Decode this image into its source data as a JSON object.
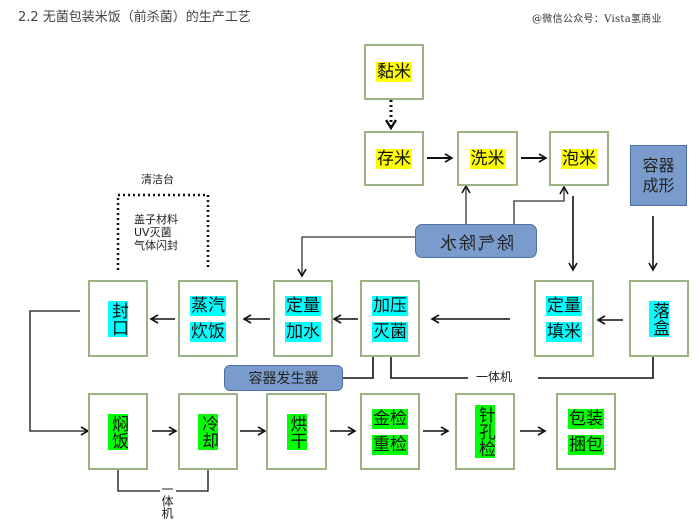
{
  "header": {
    "title": "2.2 无菌包装米饭（前杀菌）的生产工艺",
    "watermark": "@微信公众号：Vista氢商业"
  },
  "nodes": {
    "nianmi": "黏米",
    "cunmi": "存米",
    "ximi": "洗米",
    "paomi": "泡米",
    "rongqi_chengxing": "容器成形",
    "chuqi_chushui": "除气除水",
    "dingliang_tianmi": [
      "定量",
      "填米"
    ],
    "luohe": "落盒",
    "jiaya_miejun": [
      "加压",
      "灭菌"
    ],
    "dingliang_jiashui": [
      "定量",
      "加水"
    ],
    "zhengqi_chuifan": [
      "蒸汽",
      "炊饭"
    ],
    "fengkou": "封口",
    "rongqi_fashengqi": "容器发生器",
    "menfan": "焖饭",
    "lengque": "冷却",
    "honggan": "烘干",
    "jinjian_zhongjian": [
      "金检",
      "重检"
    ],
    "zhenkongjian": "针孔检",
    "baozhuang_kunbao": [
      "包装",
      "捆包"
    ]
  },
  "annotations": {
    "qingjietai": "清洁台",
    "clean_notes": [
      "盖子材料",
      "UV灭菌",
      "气体闪封"
    ],
    "yitiji_top": "一体机",
    "yitiji_bottom": "一体机"
  },
  "colors": {
    "rice_highlight": "#ffff00",
    "process_highlight": "#00ffff",
    "post_highlight": "#00ff00",
    "equipment_fill": "#7a9ccc",
    "box_border": "#9bb383"
  }
}
